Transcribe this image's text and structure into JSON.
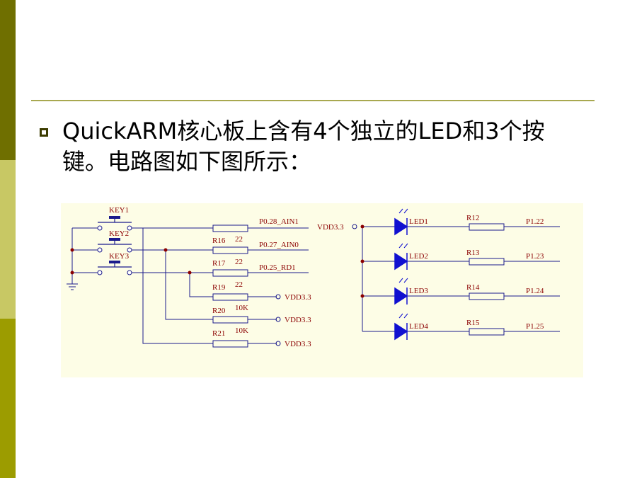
{
  "slide": {
    "bullet_line1": "QuickARM核心板上含有4个独立的LED和3个按",
    "bullet_line2": "键。电路图如下图所示："
  },
  "schematic": {
    "keys": [
      "KEY1",
      "KEY2",
      "KEY3"
    ],
    "key_resistors": [
      {
        "ref": "R16",
        "value": "22",
        "net": "P0.28_AIN1"
      },
      {
        "ref": "R17",
        "value": "22",
        "net": "P0.27_AIN0"
      },
      {
        "ref": "R19",
        "value": "22",
        "net": "P0.25_RD1"
      }
    ],
    "pullups": [
      {
        "ref": "R20",
        "value": "10K",
        "net": "VDD3.3"
      },
      {
        "ref": "R21",
        "value": "10K",
        "net": "VDD3.3"
      },
      {
        "net": "VDD3.3"
      }
    ],
    "led_supply": "VDD3.3",
    "leds": [
      {
        "ref": "LED1",
        "res": "R12",
        "net": "P1.22"
      },
      {
        "ref": "LED2",
        "res": "R13",
        "net": "P1.23"
      },
      {
        "ref": "LED3",
        "res": "R14",
        "net": "P1.24"
      },
      {
        "ref": "LED4",
        "res": "R15",
        "net": "P1.25"
      }
    ],
    "colors": {
      "wire": "#1a1a8c",
      "label": "#8b0000",
      "led": "#1010d0",
      "junction": "#8b0000"
    }
  }
}
